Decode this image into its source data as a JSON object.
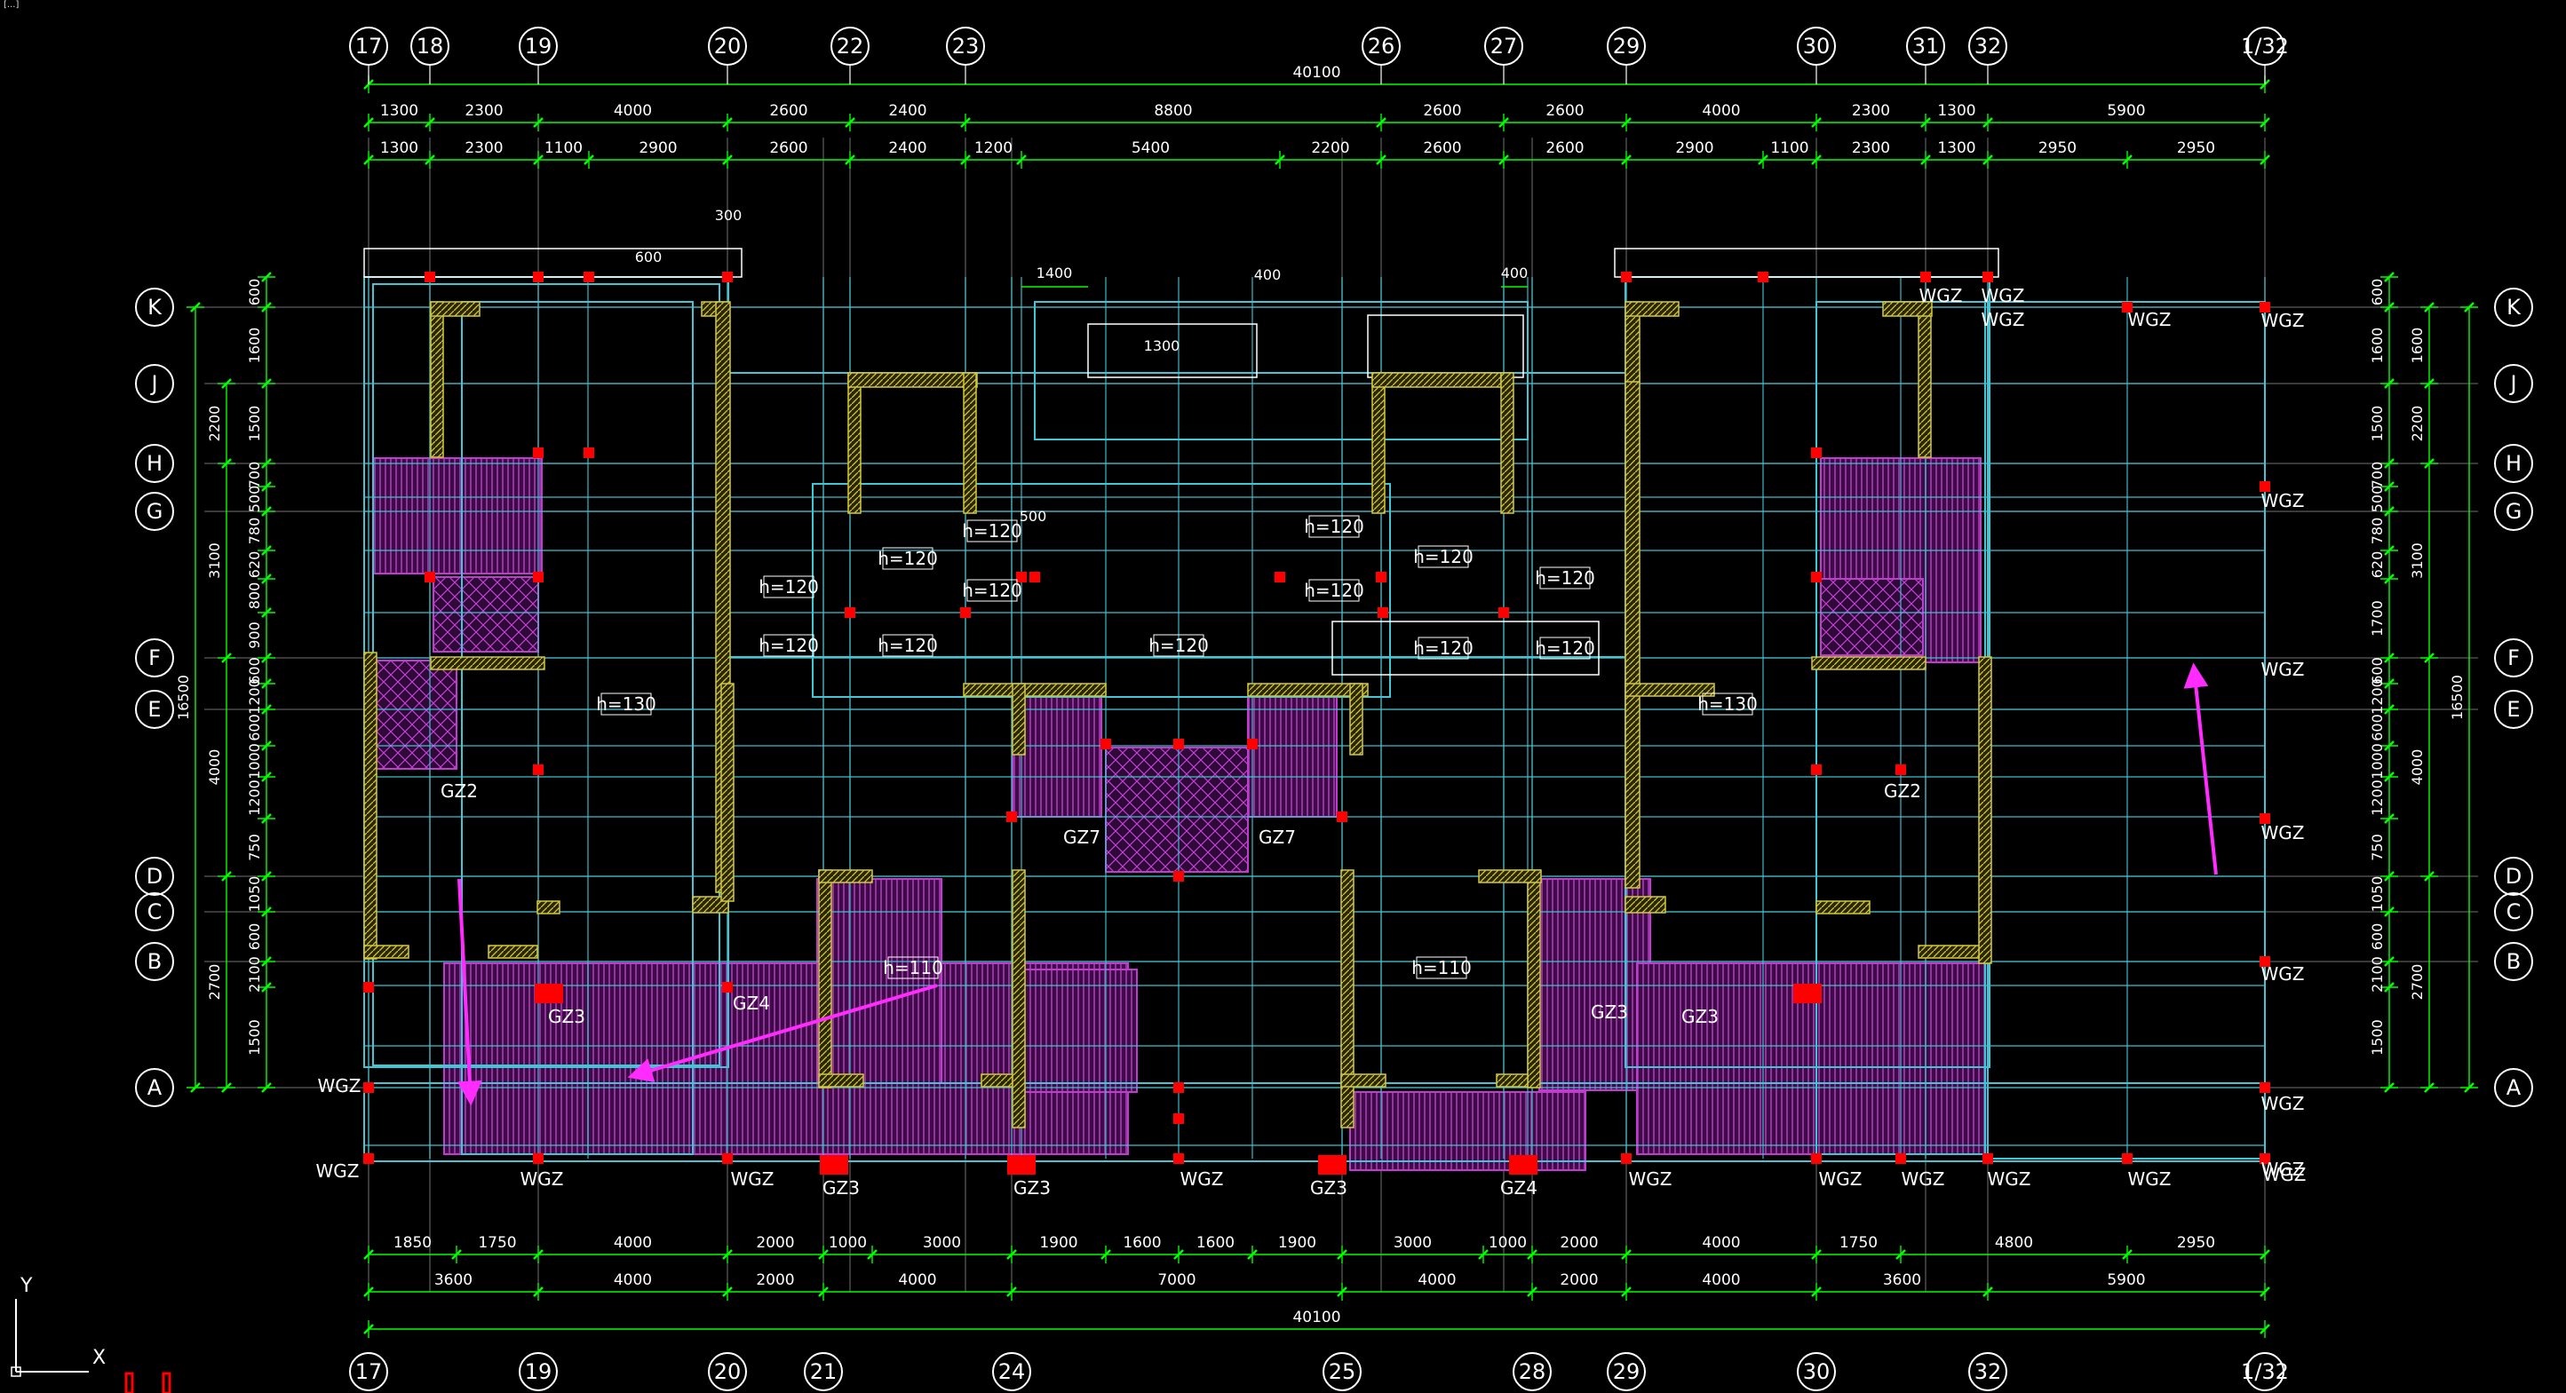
{
  "header": {
    "tab_text": "[...]"
  },
  "axes": {
    "x_top": [
      "17",
      "18",
      "19",
      "20",
      "22",
      "23",
      "26",
      "27",
      "29",
      "30",
      "31",
      "32",
      "1/32"
    ],
    "x_bottom": [
      "17",
      "19",
      "20",
      "21",
      "24",
      "25",
      "28",
      "29",
      "30",
      "32",
      "1/32"
    ],
    "y": [
      "K",
      "J",
      "H",
      "G",
      "F",
      "E",
      "D",
      "C",
      "B",
      "A"
    ]
  },
  "dims": {
    "top_total": "40100",
    "top_row1": [
      "1300",
      "2300",
      "4000",
      "2600",
      "2400",
      "8800",
      "2600",
      "2600",
      "4000",
      "2300",
      "1300",
      "5900"
    ],
    "top_row2": [
      "1300",
      "2300",
      "1100",
      "2900",
      "2600",
      "2400",
      "1200",
      "5400",
      "2200",
      "2600",
      "2600",
      "2900",
      "1100",
      "2300",
      "1300",
      "2950",
      "2950"
    ],
    "bottom_row1": [
      "1850",
      "1750",
      "4000",
      "2000",
      "1000",
      "3000",
      "1900",
      "1600",
      "1600",
      "1900",
      "3000",
      "1000",
      "2000",
      "4000",
      "1750",
      "4800",
      "2950"
    ],
    "bottom_row2": [
      "3600",
      "4000",
      "2000",
      "4000",
      "7000",
      "4000",
      "2000",
      "4000",
      "3600",
      "5900"
    ],
    "bottom_total": "40100",
    "left_inner": [
      "600",
      "1600",
      "1500",
      "700",
      "500",
      "780",
      "620",
      "800",
      "900",
      "600",
      "1200",
      "600",
      "1000",
      "1200",
      "750",
      "1050",
      "600",
      "2100",
      "1500"
    ],
    "left_outer": [
      "2200",
      "3100",
      "4000",
      "2700"
    ],
    "left_total": "16500",
    "right_inner": [
      "600",
      "1600",
      "1500",
      "700",
      "500",
      "780",
      "620",
      "1700",
      "600",
      "1200",
      "600",
      "1000",
      "1200",
      "750",
      "1050",
      "600",
      "2100",
      "1500"
    ],
    "right_outer": [
      "1600",
      "2200",
      "3100",
      "4000",
      "2700"
    ],
    "right_total": "16500",
    "misc": [
      "300",
      "600",
      "1400",
      "400",
      "400",
      "1300",
      "500"
    ]
  },
  "slab_labels": [
    "h=130",
    "h=120",
    "h=120",
    "h=120",
    "h=120",
    "h=120",
    "h=120",
    "h=120",
    "h=120",
    "h=120",
    "h=120",
    "h=120",
    "h=120",
    "h=120",
    "h=130",
    "h=110",
    "h=110"
  ],
  "column_labels": [
    "GZ2",
    "GZ2",
    "GZ7",
    "GZ7",
    "GZ3",
    "GZ4",
    "GZ3",
    "GZ3",
    "GZ3",
    "GZ3",
    "GZ4",
    "GZ3",
    "WGZ",
    "WGZ",
    "WGZ",
    "WGZ",
    "WGZ",
    "WGZ",
    "WGZ",
    "WGZ",
    "WGZ",
    "WGZ",
    "WGZ",
    "WGZ",
    "WGZ",
    "WGZ",
    "WGZ",
    "WGZ",
    "WGZ",
    "WGZ",
    "WGZ",
    "WGZ",
    "WGZ",
    "WGZ"
  ],
  "ucs": {
    "x": "X",
    "y": "Y"
  },
  "colors": {
    "background": "#000000",
    "dimension": "#00ff00",
    "axis_line": "#ffffff",
    "beam": "#3fc7d6",
    "wall": "#d4c93a",
    "slab_hatch": "#c23bd1",
    "column": "#ff0000",
    "arrow": "#ff2bff"
  }
}
